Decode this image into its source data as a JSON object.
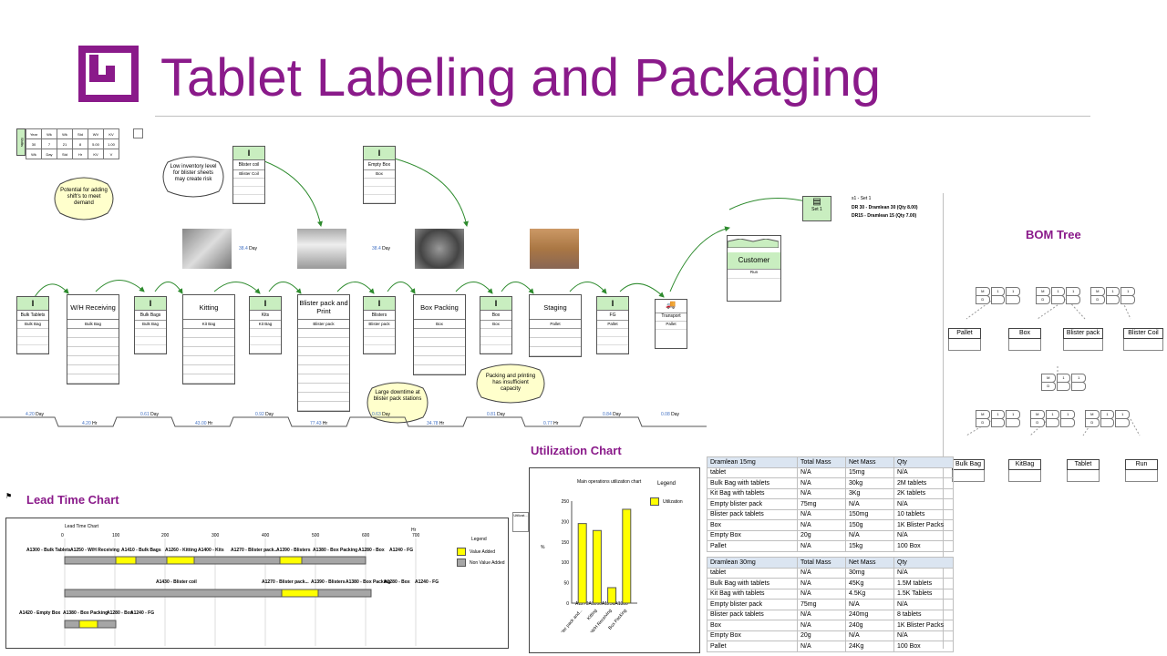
{
  "header": {
    "title": "Tablet Labeling and Packaging"
  },
  "colors": {
    "accent": "#8a1a8a",
    "inventory": "#c9eec0",
    "bar_yellow": "#ffff00",
    "bar_gray": "#a6a6a6",
    "link_blue": "#4472c4",
    "flow_green": "#2e8b2e"
  },
  "vsm": {
    "processes": [
      {
        "name": "W/H Receiving",
        "sub": "Bulk Bag"
      },
      {
        "name": "Kitting",
        "sub": "Kit Bag"
      },
      {
        "name": "Blister pack and Print",
        "sub": "Blister pack"
      },
      {
        "name": "Box Packing",
        "sub": "Box"
      },
      {
        "name": "Staging",
        "sub": "Pallet"
      }
    ],
    "inventories": [
      {
        "name": "Bulk Tablets",
        "sub": "Bulk Bag"
      },
      {
        "name": "Bulk Bags",
        "sub": "Bulk Bag"
      },
      {
        "name": "Kits",
        "sub": "Kit Bag"
      },
      {
        "name": "Blisters",
        "sub": "Blister pack"
      },
      {
        "name": "Box",
        "sub": "Box"
      },
      {
        "name": "FG",
        "sub": "Pallet"
      },
      {
        "name": "Blister coil",
        "sub": "Blister Coil"
      },
      {
        "name": "Empty Box",
        "sub": "Box"
      }
    ],
    "customer": {
      "name": "Customer",
      "sub": "Run"
    },
    "transport": {
      "name": "Transport",
      "sub": "Pallet"
    },
    "set": {
      "name": "Set 1",
      "line1": "s1 - Set 1",
      "line2": "DR 30 - Dramlean 30 (Qty 8.00)",
      "line3": "DR15 - Dramlean 15 (Qty 7.00)"
    },
    "callouts": [
      "Potential for adding shift's to meet demand",
      "Low inventory level for blister sheets may create risk",
      "Large downtime at blister pack stations",
      "Packing and printing has insufficient capacity"
    ],
    "top_flows": [
      {
        "value": "38.4",
        "unit": "Day"
      },
      {
        "value": "38.4",
        "unit": "Day"
      }
    ],
    "timeline_top": [
      {
        "value": "4.20",
        "unit": "Day"
      },
      {
        "value": "0.61",
        "unit": "Day"
      },
      {
        "value": "0.92",
        "unit": "Day"
      },
      {
        "value": "0.63",
        "unit": "Day"
      },
      {
        "value": "0.81",
        "unit": "Day"
      },
      {
        "value": "0.84",
        "unit": "Day"
      },
      {
        "value": "0.08",
        "unit": "Day"
      }
    ],
    "timeline_bottom": [
      {
        "value": "4.20",
        "unit": "Hr"
      },
      {
        "value": "43.00",
        "unit": "Hr"
      },
      {
        "value": "77.43",
        "unit": "Hr"
      },
      {
        "value": "34.78",
        "unit": "Hr"
      },
      {
        "value": "0.77",
        "unit": "Hr"
      }
    ],
    "demand_table": {
      "side": "Shifts",
      "rows": [
        [
          "Year",
          "Wk",
          "Wk",
          "Std",
          "WV",
          "KV"
        ],
        [
          "30",
          "7",
          "21",
          "8",
          "5.00",
          "1.00"
        ],
        [
          "Wk",
          "Day",
          "Std",
          "Hr",
          "KV",
          "V"
        ]
      ]
    }
  },
  "bom": {
    "title": "BOM Tree",
    "nodes_top": [
      "Pallet",
      "Box",
      "Blister pack",
      "Blister Coil"
    ],
    "nodes_bottom": [
      "Bulk Bag",
      "KitBag",
      "Tablet",
      "Run"
    ],
    "tables": [
      {
        "headers": [
          "Dramlean 15mg",
          "Total Mass",
          "Net Mass",
          "Qty"
        ],
        "rows": [
          [
            "tablet",
            "N/A",
            "15mg",
            "N/A"
          ],
          [
            "Bulk Bag with tablets",
            "N/A",
            "30kg",
            "2M tablets"
          ],
          [
            "Kit Bag with tablets",
            "N/A",
            "3Kg",
            "2K tablets"
          ],
          [
            "Empty blister pack",
            "75mg",
            "N/A",
            "N/A"
          ],
          [
            "Blister pack tablets",
            "N/A",
            "150mg",
            "10 tablets"
          ],
          [
            "Box",
            "N/A",
            "150g",
            "1K Blister Packs"
          ],
          [
            "Empty Box",
            "20g",
            "N/A",
            "N/A"
          ],
          [
            "Pallet",
            "N/A",
            "15kg",
            "100 Box"
          ]
        ]
      },
      {
        "headers": [
          "Dramlean 30mg",
          "Total Mass",
          "Net Mass",
          "Qty"
        ],
        "rows": [
          [
            "tablet",
            "N/A",
            "30mg",
            "N/A"
          ],
          [
            "Bulk Bag with tablets",
            "N/A",
            "45Kg",
            "1.5M tablets"
          ],
          [
            "Kit Bag with tablets",
            "N/A",
            "4.5Kg",
            "1.5K Tablets"
          ],
          [
            "Empty blister pack",
            "75mg",
            "N/A",
            "N/A"
          ],
          [
            "Blister pack tablets",
            "N/A",
            "240mg",
            "8 tablets"
          ],
          [
            "Box",
            "N/A",
            "240g",
            "1K Blister Packs"
          ],
          [
            "Empty Box",
            "20g",
            "N/A",
            "N/A"
          ],
          [
            "Pallet",
            "N/A",
            "24Kg",
            "100 Box"
          ]
        ]
      }
    ]
  },
  "lead_time": {
    "title": "Lead Time Chart",
    "inner_title": "Lead Time Chart",
    "axis_unit": "Hr",
    "ticks": [
      "0",
      "100",
      "200",
      "300",
      "400",
      "500",
      "600",
      "700"
    ],
    "legend_title": "Legend",
    "legend": [
      "Value Added",
      "Non Value Added"
    ],
    "rows": [
      {
        "labels": [
          "A1300 - Bulk Tablets",
          "A1250 - W/H Receiving",
          "A1410 - Bulk Bags",
          "A1260 - Kitting",
          "A1400 - Kits",
          "A1270 - Blister pack...",
          "A1390 - Blisters",
          "A1380 - Box Packing",
          "A1280 - Box",
          "A1240 - FG"
        ]
      },
      {
        "labels": [
          "A1430 - Blister coil",
          "A1270 - Blister pack...",
          "A1390 - Blisters",
          "A1380 - Box Packing",
          "A1280 - Box",
          "A1240 - FG"
        ]
      },
      {
        "labels": [
          "A1420 - Empty Box",
          "A1380 - Box Packing",
          "A1280 - Box",
          "A1240 - FG"
        ]
      }
    ]
  },
  "utilization": {
    "title": "Utilization Chart",
    "side_label": "Utilizat...",
    "chart_data": {
      "type": "bar",
      "title": "Main operations utilization chart",
      "ylabel": "%",
      "categories": [
        "Blister pack and...",
        "Kitting",
        "W/H Receiving",
        "Box Packing"
      ],
      "series": [
        {
          "name": "Utilization",
          "values": [
            195,
            178,
            38,
            230
          ]
        }
      ],
      "ylim": [
        0,
        250
      ],
      "yticks": [
        0,
        50,
        100,
        150,
        200,
        250
      ],
      "legend_title": "Legend",
      "legend_placement": "right",
      "axis_codes": "A1270A1260A1250A1380"
    }
  }
}
